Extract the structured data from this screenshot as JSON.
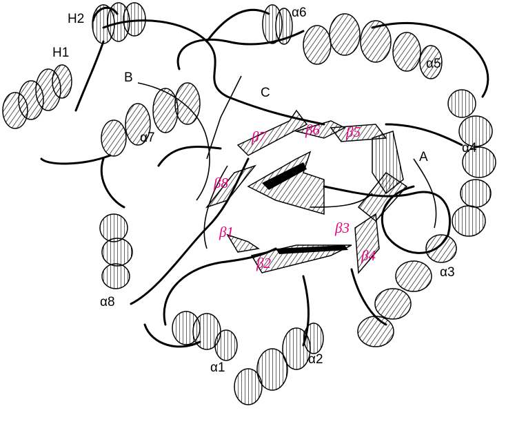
{
  "labels": {
    "H1": "H1",
    "H2": "H2",
    "B": "B",
    "C": "C",
    "A": "A",
    "alpha1": "α1",
    "alpha2": "α2",
    "alpha3": "α3",
    "alpha4": "α4",
    "alpha5": "α5",
    "alpha6": "α6",
    "alpha7": "α7",
    "alpha8": "α8",
    "beta1": "β1",
    "beta2": "β2",
    "beta3": "β3",
    "beta4": "β4",
    "beta5": "β5",
    "beta6": "β6",
    "beta7": "β7",
    "beta8": "β8"
  },
  "colors": {
    "strand_label": "#e5007e",
    "ribbon": "#000000",
    "background": "#ffffff"
  }
}
